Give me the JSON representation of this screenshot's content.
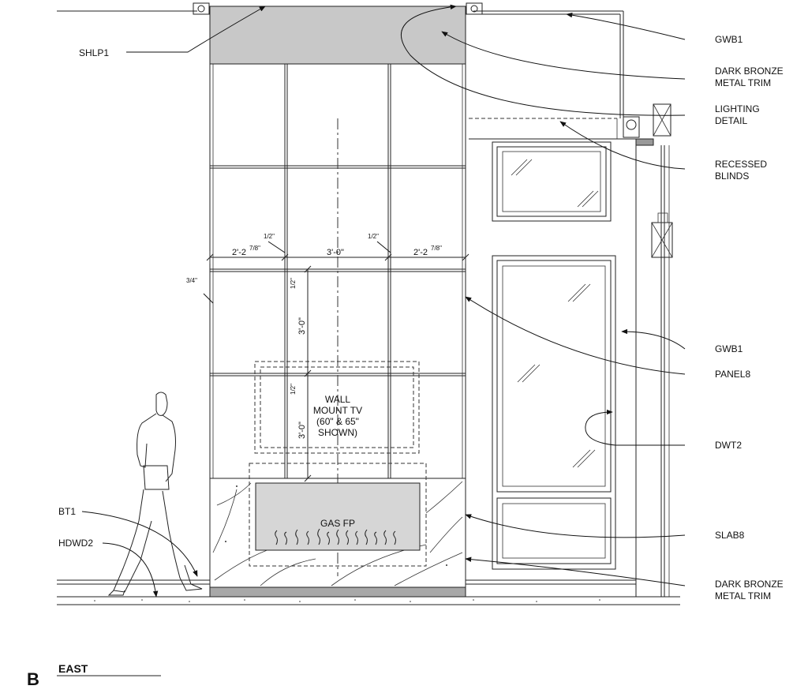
{
  "drawing": {
    "view_letter": "B",
    "view_title": "EAST"
  },
  "labels": {
    "shlp1": "SHLP1",
    "gwb1_top": "GWB1",
    "trim_top_1": "DARK BRONZE",
    "trim_top_2": "METAL TRIM",
    "lighting_1": "LIGHTING",
    "lighting_2": "DETAIL",
    "blinds_1": "RECESSED",
    "blinds_2": "BLINDS",
    "gwb1_mid": "GWB1",
    "panel8": "PANEL8",
    "dwt2": "DWT2",
    "slab8": "SLAB8",
    "trim_bot_1": "DARK BRONZE",
    "trim_bot_2": "METAL TRIM",
    "bt1": "BT1",
    "hdwd2": "HDWD2"
  },
  "dimensions": {
    "left_width": "2'-2",
    "left_frac": "7/8\"",
    "center_width": "3'-0\"",
    "right_width": "2'-2",
    "right_frac": "7/8\"",
    "gap_left": "1/2\"",
    "gap_right": "1/2\"",
    "edge": "3/4\"",
    "upper_gap": "1/2\"",
    "upper_height": "3'-0\"",
    "lower_gap": "1/2\"",
    "lower_height": "3'-0\""
  },
  "tv": {
    "line1": "WALL",
    "line2": "MOUNT TV",
    "line3": "(60\" & 65\"",
    "line4": "SHOWN)"
  },
  "fireplace": {
    "label": "GAS FP"
  }
}
